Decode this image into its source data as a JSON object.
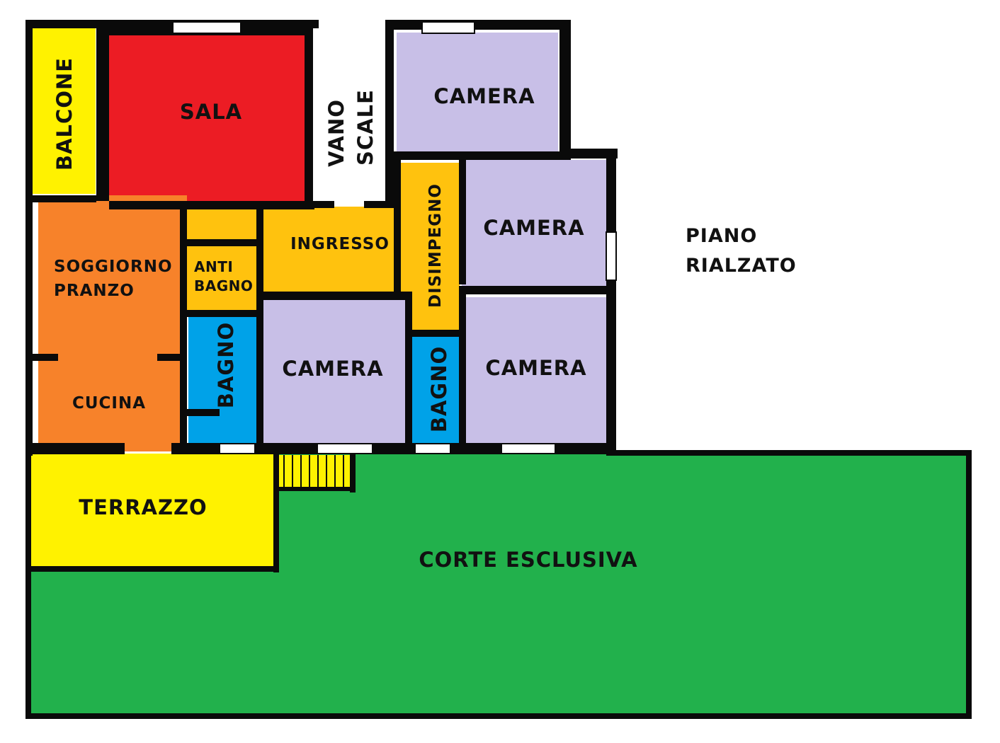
{
  "colors": {
    "wall": "#0a0a0a",
    "sala": "#ec1c24",
    "yellow": "#fff200",
    "orange": "#f7822a",
    "amber": "#ffc20e",
    "lavender": "#c8bfe7",
    "blue": "#00a2e8",
    "green": "#22b14c",
    "window": "#ffffff"
  },
  "rooms": {
    "balcone": "BALCONE",
    "sala": "SALA",
    "vano": "VANO",
    "scale": "SCALE",
    "camera_top": "CAMERA",
    "camera_mid": "CAMERA",
    "soggiorno": "SOGGIORNO",
    "pranzo": "PRANZO",
    "anti": "ANTI",
    "antibagno": "BAGNO",
    "ingresso": "INGRESSO",
    "disimpegno": "DISIMPEGNO",
    "bagno_1": "BAGNO",
    "camera_low1": "CAMERA",
    "bagno_2": "BAGNO",
    "camera_low2": "CAMERA",
    "cucina": "CUCINA",
    "terrazzo": "TERRAZZO",
    "corte": "CORTE ESCLUSIVA"
  },
  "floor_label": {
    "line1": "PIANO",
    "line2": "RIALZATO"
  }
}
